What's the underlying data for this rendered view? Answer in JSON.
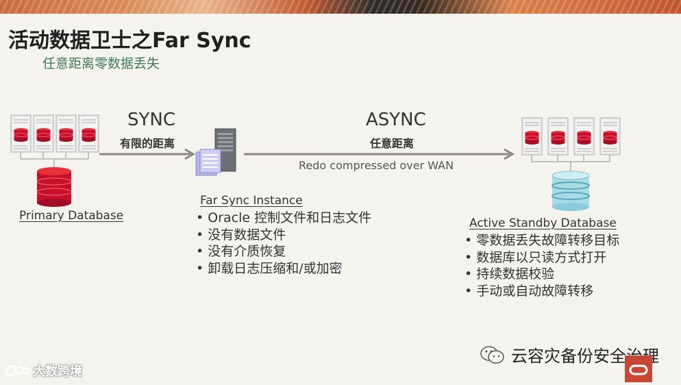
{
  "title": "活动数据卫士之Far Sync",
  "subtitle": "任意距离零数据丢失",
  "primary": {
    "label": "Primary Database"
  },
  "sync_arrow": {
    "label": "SYNC",
    "sublabel": "有限的距离"
  },
  "async_arrow": {
    "label": "ASYNC",
    "sublabel": "任意距离",
    "note": "Redo compressed over WAN"
  },
  "far_sync": {
    "label": "Far Sync Instance",
    "bullets": [
      "Oracle 控制文件和日志文件",
      "没有数据文件",
      "没有介质恢复",
      "卸载日志压缩和/或加密"
    ]
  },
  "standby": {
    "label": "Active Standby Database",
    "bullets": [
      "零数据丢失故障转移目标",
      "数据库以只读方式打开",
      "持续数据校验",
      "手动或自动故障转移"
    ]
  },
  "wechat_account": "云容灾备份安全治理",
  "watermark": "大数跨境",
  "colors": {
    "accent_red": "#c8102e",
    "standby_blue": "#9fd3e0",
    "arrow": "#8a8580",
    "subtitle_green": "#3f7a5a",
    "oracle_red": "#c74634"
  }
}
